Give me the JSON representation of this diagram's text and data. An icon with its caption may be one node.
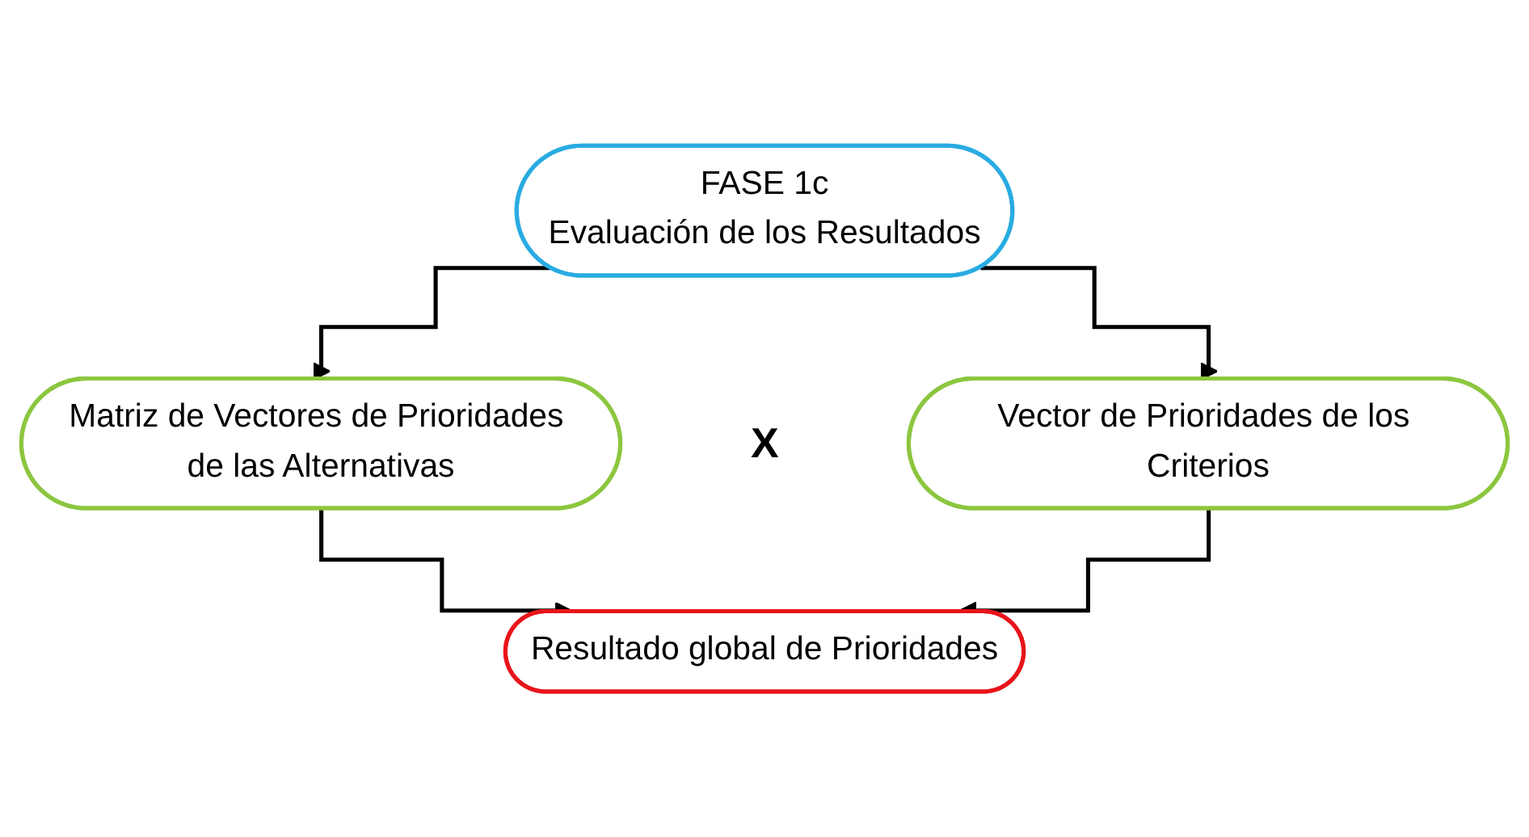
{
  "diagram": {
    "nodes": [
      {
        "text": [
          "FASE 1c",
          "Evaluación de los Resultados"
        ]
      },
      {
        "text": [
          "Matriz de Vectores de Prioridades de las Alternativas"
        ]
      },
      {
        "text": [
          "Vector de Prioridades de los Criterios"
        ]
      },
      {
        "text": [
          "Resultado global de Prioridades"
        ]
      }
    ],
    "edges": [
      {
        "from": 0,
        "to": 1,
        "arrow": "to"
      },
      {
        "from": 0,
        "to": 2,
        "arrow": "to"
      },
      {
        "from": 1,
        "to": 3,
        "arrow": "to"
      },
      {
        "from": 2,
        "to": 3,
        "arrow": "to"
      }
    ],
    "labels": [
      "X"
    ]
  }
}
